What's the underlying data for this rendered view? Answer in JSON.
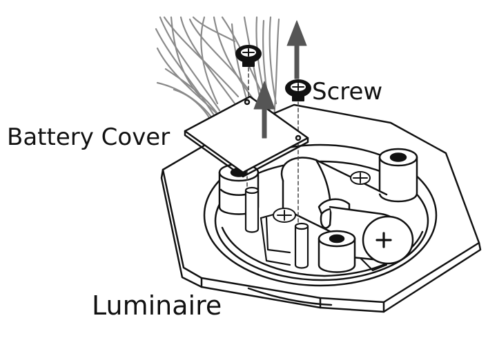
{
  "labels": {
    "screw": "Screw",
    "battery_cover": "Battery Cover",
    "luminaire": "Luminaire"
  },
  "colors": {
    "line": "#111111",
    "wires": "#8a8a8a",
    "arrow": "#555555",
    "fill": "#ffffff",
    "dashes": "#444444"
  }
}
